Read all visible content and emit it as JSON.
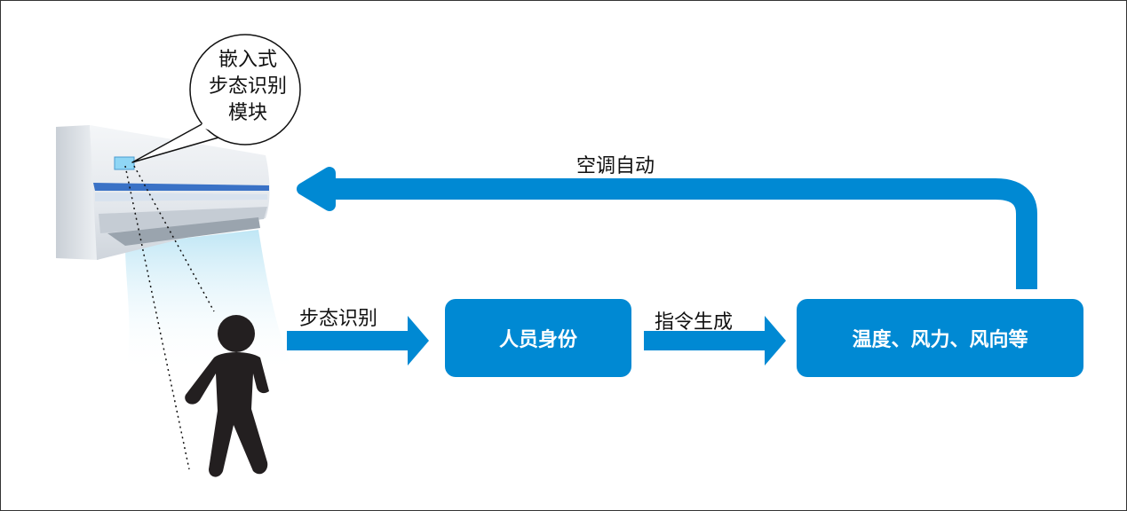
{
  "callout": {
    "lines": [
      "嵌入式",
      "步态识别",
      "模块"
    ]
  },
  "flow": {
    "feedback_label": "空调自动",
    "step1_label": "步态识别",
    "identity_box": "人员身份",
    "step2_label": "指令生成",
    "settings_box": "温度、风力、风向等"
  },
  "colors": {
    "accent": "#0089d3",
    "ac_stripe": "#3a72c6",
    "airflow": "#bfe6f5",
    "person": "#231f20"
  },
  "icons": {
    "ac_unit": "air-conditioner-icon",
    "person": "walking-person-icon"
  }
}
